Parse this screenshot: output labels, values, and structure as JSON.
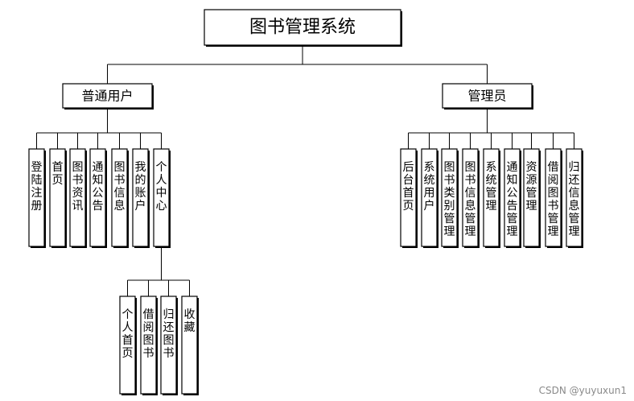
{
  "diagram": {
    "root": {
      "label": "图书管理系统"
    },
    "groups": [
      {
        "label": "普通用户",
        "children": [
          {
            "label": "登陆注册",
            "children": []
          },
          {
            "label": "首页",
            "children": []
          },
          {
            "label": "图书资讯",
            "children": []
          },
          {
            "label": "通知公告",
            "children": []
          },
          {
            "label": "图书信息",
            "children": []
          },
          {
            "label": "我的账户",
            "children": []
          },
          {
            "label": "个人中心",
            "children": [
              {
                "label": "个人首页"
              },
              {
                "label": "借阅图书"
              },
              {
                "label": "归还图书"
              },
              {
                "label": "收藏"
              }
            ]
          }
        ]
      },
      {
        "label": "管理员",
        "children": [
          {
            "label": "后台首页",
            "children": []
          },
          {
            "label": "系统用户",
            "children": []
          },
          {
            "label": "图书类别管理",
            "children": []
          },
          {
            "label": "图书信息管理",
            "children": []
          },
          {
            "label": "系统管理",
            "children": []
          },
          {
            "label": "通知公告管理",
            "children": []
          },
          {
            "label": "资源管理",
            "children": []
          },
          {
            "label": "借阅图书管理",
            "children": []
          },
          {
            "label": "归还信息管理",
            "children": []
          }
        ]
      }
    ]
  },
  "watermark": "CSDN @yuyuxun1"
}
